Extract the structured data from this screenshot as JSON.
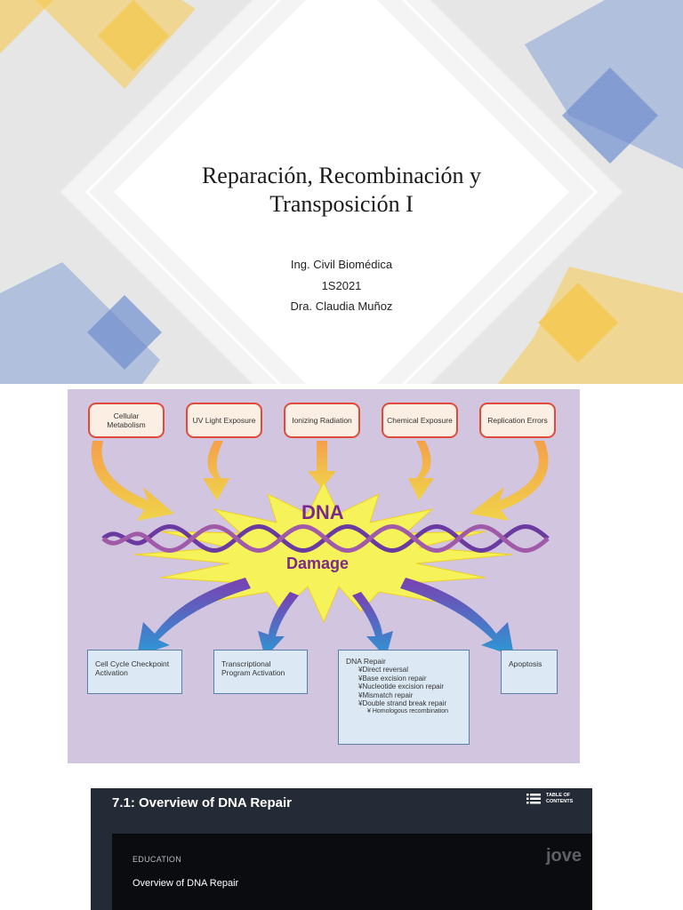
{
  "slide1": {
    "title_line1": "Reparación, Recombinación y",
    "title_line2": "Transposición I",
    "subtitle": [
      "Ing. Civil Biomédica",
      "1S2021",
      "Dra. Claudia Muñoz"
    ]
  },
  "diagram": {
    "sources": [
      "Cellular Metabolism",
      "UV Light Exposure",
      "Ionizing Radiation",
      "Chemical Exposure",
      "Replication Errors"
    ],
    "center_line1": "DNA",
    "center_line2": "Damage",
    "outcomes": {
      "checkpoint": "Cell Cycle Checkpoint Activation",
      "transcription": "Transcriptional Program Activation",
      "repair_title": "DNA Repair",
      "repair_items": [
        "¥Direct reversal",
        "¥Base excision repair",
        "¥Nucleotide excision repair",
        "¥Mismatch repair",
        "¥Double strand break repair"
      ],
      "repair_sub": "¥      Homologous recombination",
      "apoptosis": "Apoptosis"
    }
  },
  "video": {
    "title": "7.1: Overview of DNA Repair",
    "toc_label": "TABLE OF CONTENTS",
    "category": "EDUCATION",
    "subtitle": "Overview of DNA Repair",
    "brand": "jove"
  },
  "colors": {
    "yellow": "#f5c84c",
    "blue": "#8ea6d6",
    "diagram_bg": "#d2c5e0",
    "video_bg": "#242b36"
  }
}
